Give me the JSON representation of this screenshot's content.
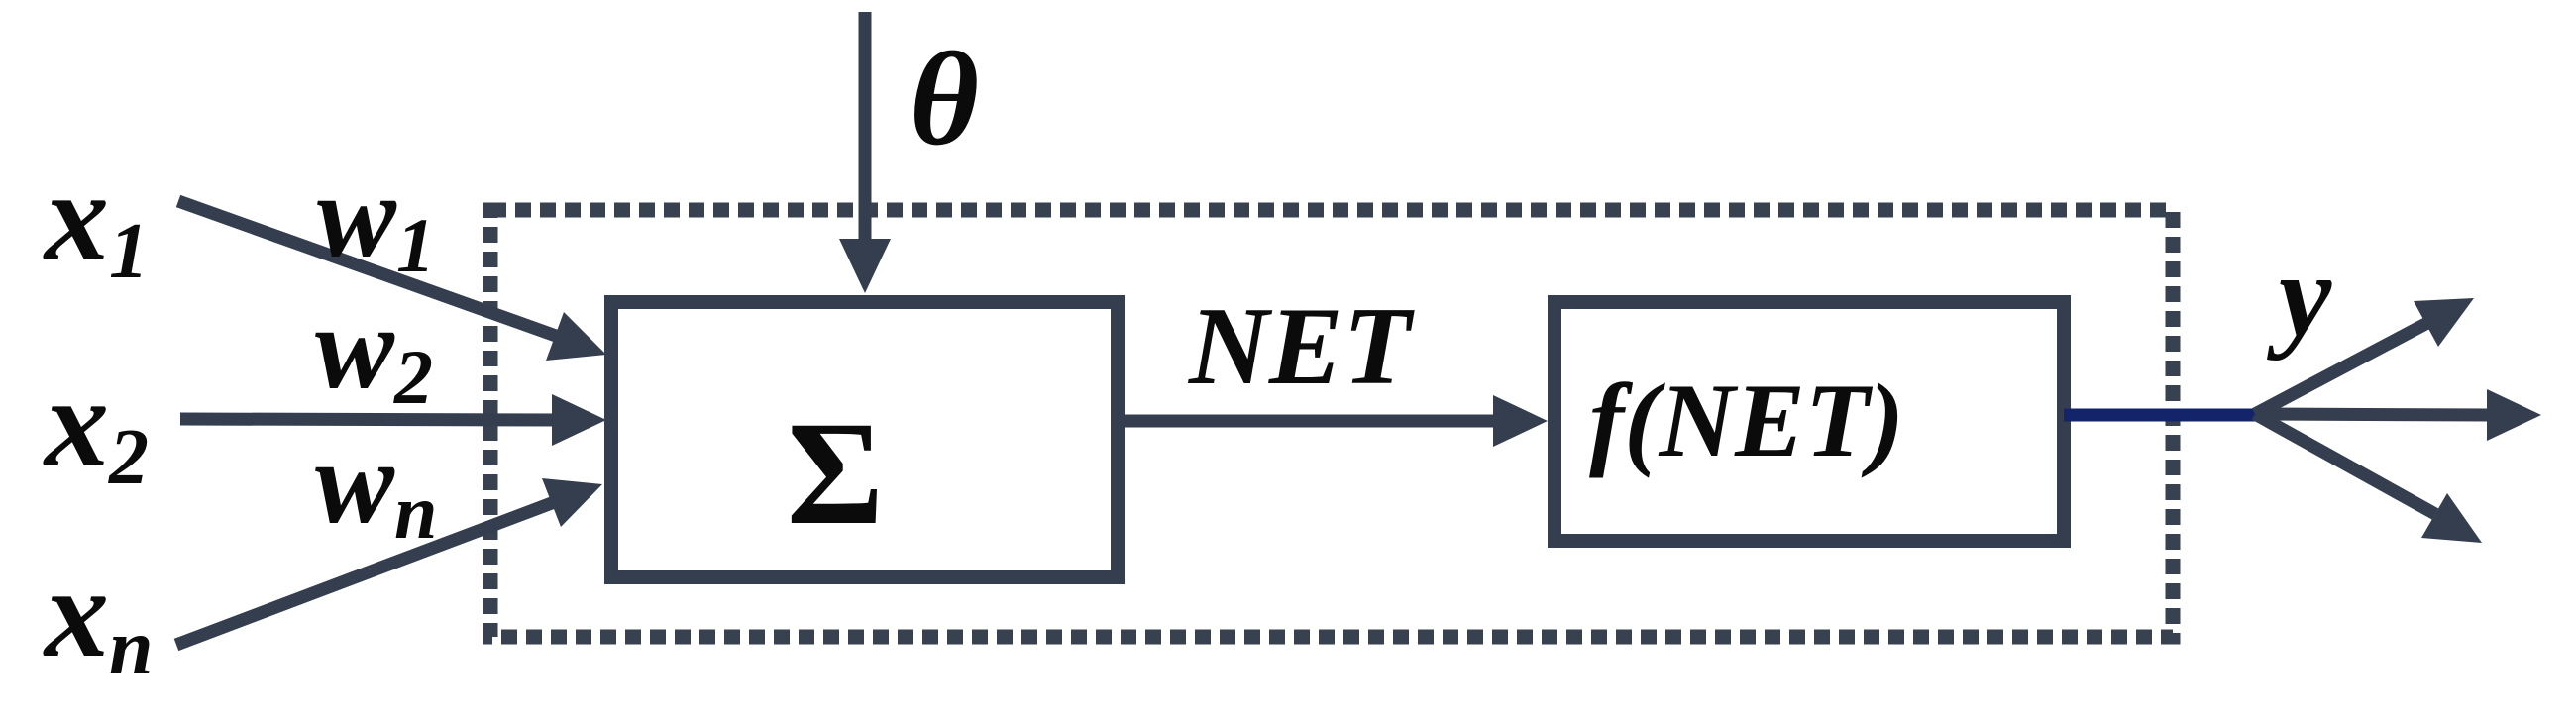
{
  "diagram": {
    "colors": {
      "background": "#ffffff",
      "stroke": "#343e4e",
      "dotted": "#37414f",
      "output-line": "#13246b",
      "text": "#0b0b0c"
    },
    "inputs": [
      {
        "base": "x",
        "sub": "1"
      },
      {
        "base": "x",
        "sub": "2"
      },
      {
        "base": "x",
        "sub": "n"
      }
    ],
    "weights": [
      {
        "base": "w",
        "sub": "1"
      },
      {
        "base": "w",
        "sub": "2"
      },
      {
        "base": "w",
        "sub": "n"
      }
    ],
    "bias_label": "θ",
    "summation_label": "Σ",
    "net_label": "NET",
    "activation_label": "f(NET)",
    "output_label": "y"
  }
}
